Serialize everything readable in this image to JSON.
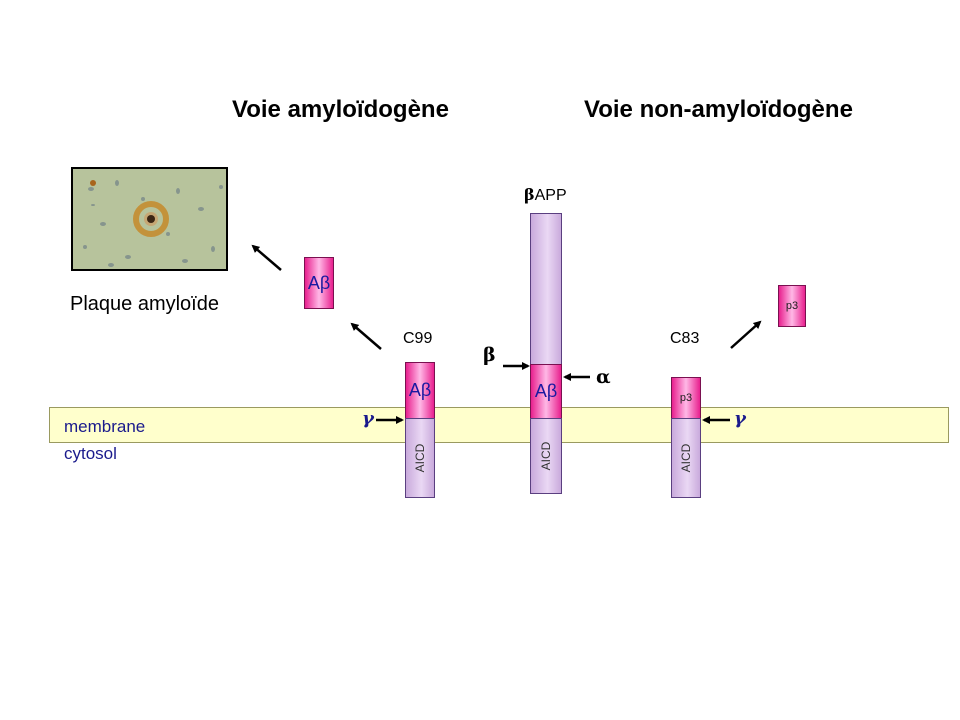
{
  "titles": {
    "left": "Voie amyloïdogène",
    "right": "Voie non-amyloïdogène"
  },
  "membrane": {
    "label": "membrane",
    "cytosol": "cytosol"
  },
  "proteins": {
    "bapp": {
      "label_greek": "β",
      "label_text": "APP",
      "segment": "Aβ",
      "tail": "AICD"
    },
    "c99": {
      "label": "C99",
      "segment": "Aβ",
      "tail": "AICD"
    },
    "c83": {
      "label": "C83",
      "segment": "p3",
      "tail": "AICD"
    }
  },
  "fragments": {
    "abeta": "Aβ",
    "p3": "p3"
  },
  "secretases": {
    "alpha": "α",
    "beta": "β",
    "gamma_left": "γ",
    "gamma_right": "γ"
  },
  "plaque": {
    "label": "Plaque amyloïde"
  },
  "colors": {
    "membrane_fill": "#ffffcc",
    "stalk_purple": "#d9c3ea",
    "abeta_pink": "#f05ab4",
    "text_blue": "#1a1a8c"
  }
}
